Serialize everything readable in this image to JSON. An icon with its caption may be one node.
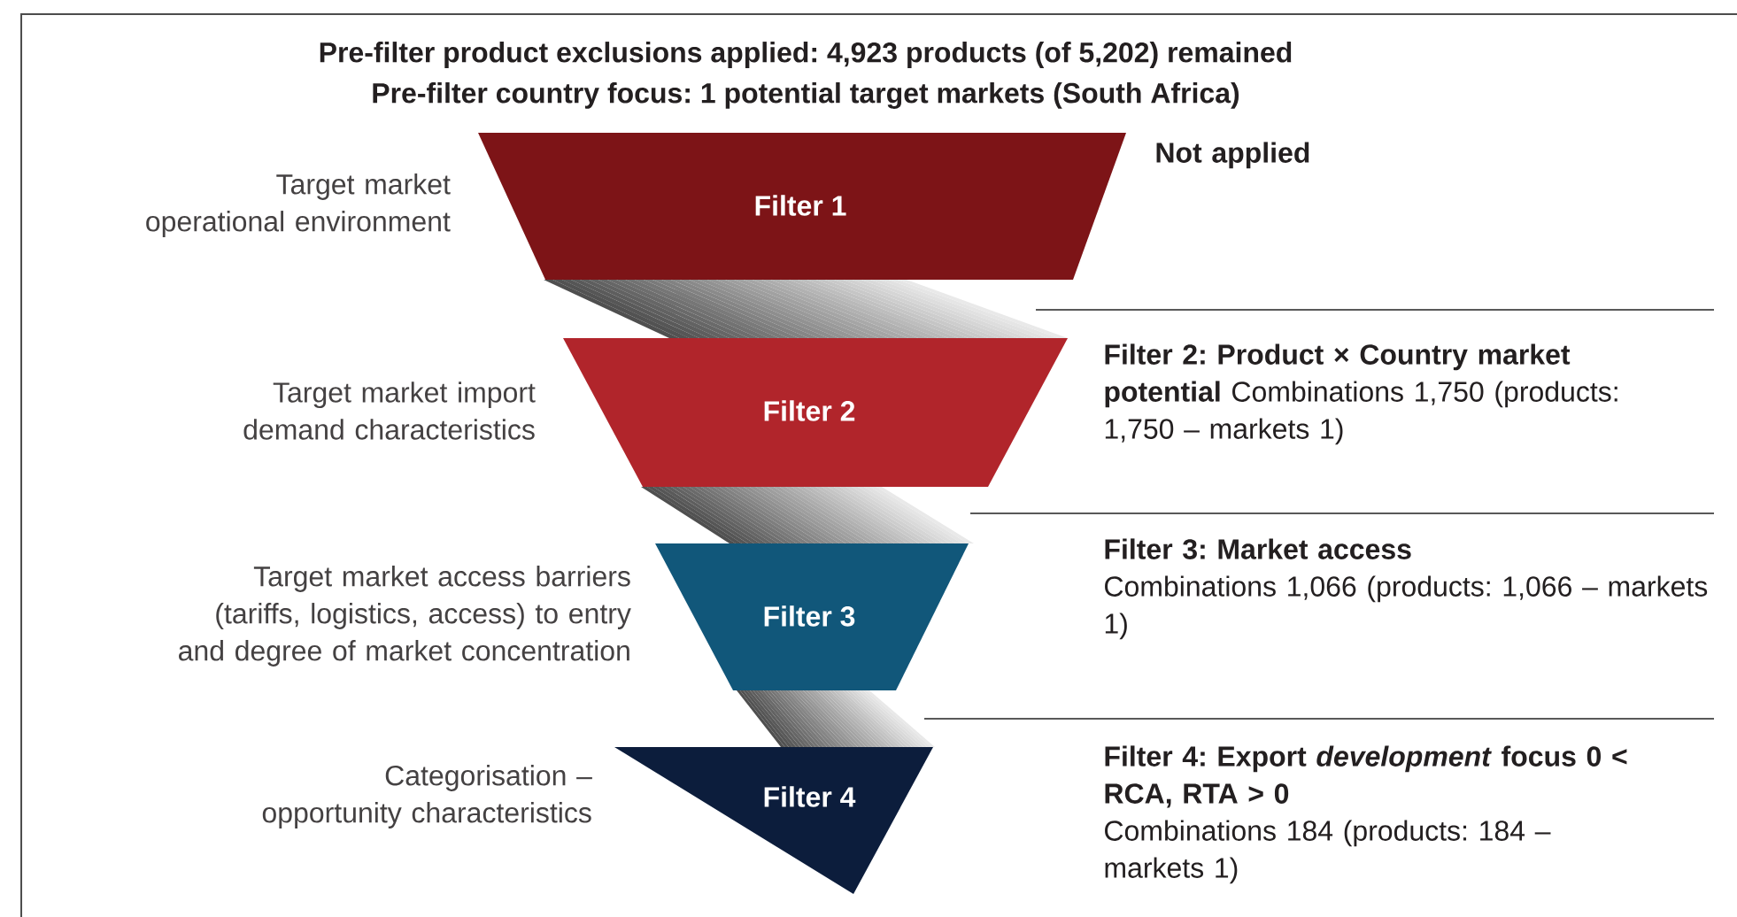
{
  "diagram": {
    "title": "Pre-filter product exclusions applied: 4,923 products (of 5,202) remained",
    "nodes": [
      {
        "text": [
          "Filter 1"
        ],
        "beside": [
          "Target market operational environment",
          "Not applied"
        ]
      },
      {
        "text": [
          "Filter 2"
        ],
        "beside": [
          "Target market import demand characteristics",
          "Filter 2: Product × Country market potential",
          "Combinations 1,750 (products: 1,750 – markets 1)"
        ]
      },
      {
        "text": [
          "Filter 3"
        ],
        "beside": [
          "Target market access barriers (tariffs, logistics, access) to entry and degree of market concentration",
          "Filter 3: Market access",
          "Combinations 1,066 (products: 1,066 – markets 1)"
        ]
      },
      {
        "text": [
          "Filter 4"
        ],
        "beside": [
          "Categorisation – opportunity characteristics",
          "Filter 4: Export *development* focus 0 < RCA, RTA > 0",
          "Combinations 184 (products: 184 – markets 1)"
        ]
      }
    ],
    "labels": [
      "Pre-filter country focus: 1 potential target markets (South Africa)"
    ]
  }
}
